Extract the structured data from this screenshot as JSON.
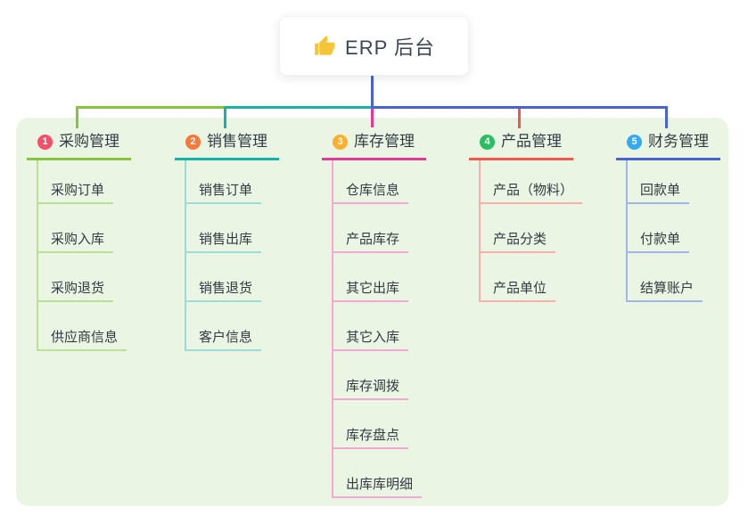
{
  "root": {
    "label": "ERP 后台",
    "icon": "thumbs-up-icon"
  },
  "panel": {
    "background": "#eaf6e3"
  },
  "connector_color": "#4a63d2",
  "branches": [
    {
      "number": "1",
      "title": "采购管理",
      "badge_color": "#f4506c",
      "line_color": "#86c440",
      "light_color": "#bcdf97",
      "children": [
        "采购订单",
        "采购入库",
        "采购退货",
        "供应商信息"
      ]
    },
    {
      "number": "2",
      "title": "销售管理",
      "badge_color": "#f6793b",
      "line_color": "#17b3a8",
      "light_color": "#9adfd7",
      "children": [
        "销售订单",
        "销售出库",
        "销售退货",
        "客户信息"
      ]
    },
    {
      "number": "3",
      "title": "库存管理",
      "badge_color": "#ffaf2e",
      "line_color": "#e23a97",
      "light_color": "#f5a8d3",
      "children": [
        "仓库信息",
        "产品库存",
        "其它出库",
        "其它入库",
        "库存调拨",
        "库存盘点",
        "出库库明细"
      ]
    },
    {
      "number": "4",
      "title": "产品管理",
      "badge_color": "#2abd62",
      "line_color": "#f4564e",
      "light_color": "#f9b0aa",
      "children": [
        "产品（物料）",
        "产品分类",
        "产品单位"
      ]
    },
    {
      "number": "5",
      "title": "财务管理",
      "badge_color": "#36a9f0",
      "line_color": "#4a63d2",
      "light_color": "#a3b6e9",
      "children": [
        "回款单",
        "付款单",
        "结算账户"
      ]
    }
  ]
}
